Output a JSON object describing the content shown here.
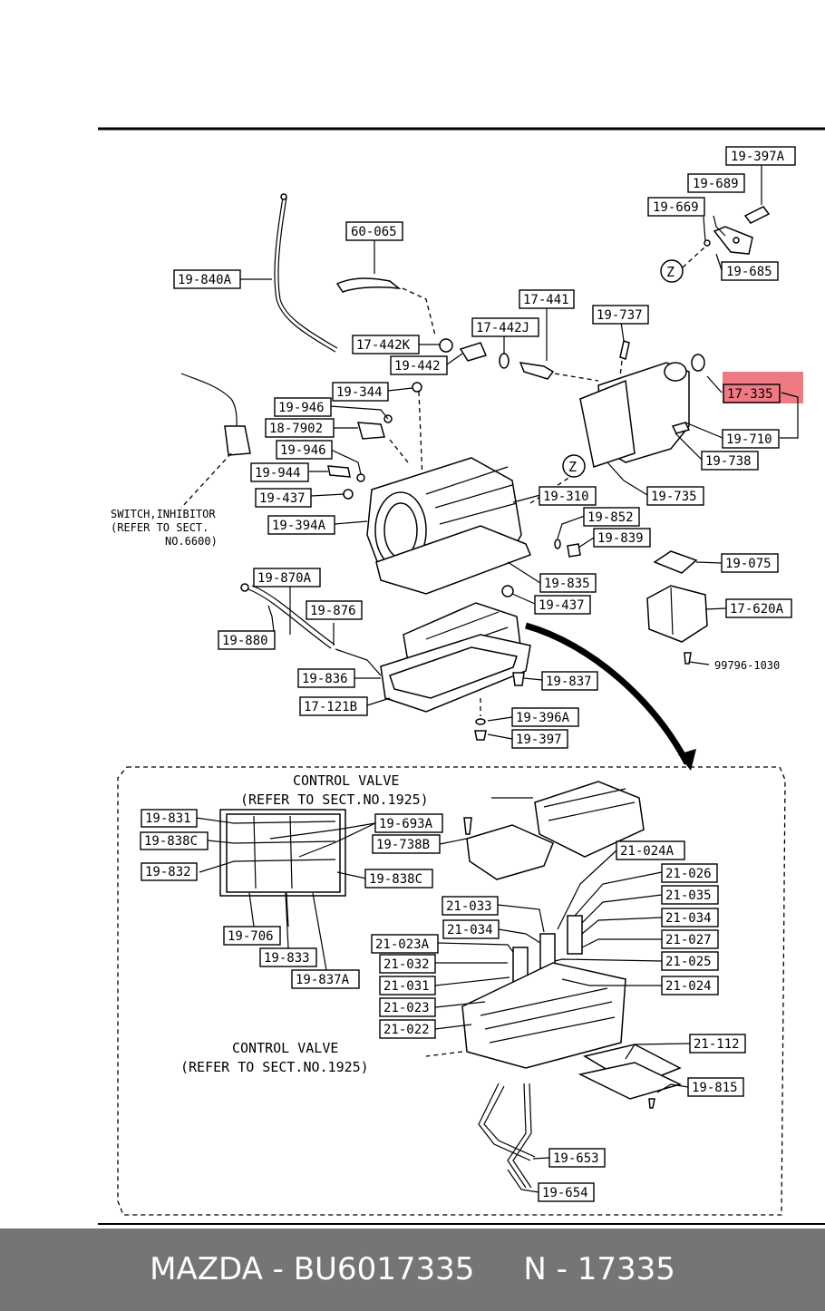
{
  "highlight_color": "#f07a84",
  "footer": {
    "text": "MAZDA - BU6017335     N - 17335"
  },
  "notes": {
    "switch_inhibitor": [
      "SWITCH,INHIBITOR",
      "(REFER TO SECT.",
      "NO.6600)"
    ],
    "control_valve_1": [
      "CONTROL VALVE",
      "(REFER TO SECT.NO.1925)"
    ],
    "control_valve_2": [
      "CONTROL VALVE",
      "(REFER TO SECT.NO.1925)"
    ],
    "z_marker": "Z",
    "bolt_code": "99796-1030"
  },
  "labels": [
    {
      "id": "19-397A",
      "text": "19-397A",
      "highlighted": false
    },
    {
      "id": "19-689",
      "text": "19-689",
      "highlighted": false
    },
    {
      "id": "19-669",
      "text": "19-669",
      "highlighted": false
    },
    {
      "id": "19-685",
      "text": "19-685",
      "highlighted": false
    },
    {
      "id": "60-065",
      "text": "60-065",
      "highlighted": false
    },
    {
      "id": "19-840A",
      "text": "19-840A",
      "highlighted": false
    },
    {
      "id": "17-441",
      "text": "17-441",
      "highlighted": false
    },
    {
      "id": "19-737",
      "text": "19-737",
      "highlighted": false
    },
    {
      "id": "17-442J",
      "text": "17-442J",
      "highlighted": false
    },
    {
      "id": "17-442K",
      "text": "17-442K",
      "highlighted": false
    },
    {
      "id": "19-442",
      "text": "19-442",
      "highlighted": false
    },
    {
      "id": "17-335",
      "text": "17-335",
      "highlighted": true
    },
    {
      "id": "19-344",
      "text": "19-344",
      "highlighted": false
    },
    {
      "id": "19-946a",
      "text": "19-946",
      "highlighted": false
    },
    {
      "id": "18-7902",
      "text": "18-7902",
      "highlighted": false
    },
    {
      "id": "19-946b",
      "text": "19-946",
      "highlighted": false
    },
    {
      "id": "19-710",
      "text": "19-710",
      "highlighted": false
    },
    {
      "id": "19-944",
      "text": "19-944",
      "highlighted": false
    },
    {
      "id": "19-738",
      "text": "19-738",
      "highlighted": false
    },
    {
      "id": "19-310",
      "text": "19-310",
      "highlighted": false
    },
    {
      "id": "19-735",
      "text": "19-735",
      "highlighted": false
    },
    {
      "id": "19-437a",
      "text": "19-437",
      "highlighted": false
    },
    {
      "id": "19-394A",
      "text": "19-394A",
      "highlighted": false
    },
    {
      "id": "19-852",
      "text": "19-852",
      "highlighted": false
    },
    {
      "id": "19-839",
      "text": "19-839",
      "highlighted": false
    },
    {
      "id": "19-075",
      "text": "19-075",
      "highlighted": false
    },
    {
      "id": "19-870A",
      "text": "19-870A",
      "highlighted": false
    },
    {
      "id": "19-835",
      "text": "19-835",
      "highlighted": false
    },
    {
      "id": "19-437b",
      "text": "19-437",
      "highlighted": false
    },
    {
      "id": "17-620A",
      "text": "17-620A",
      "highlighted": false
    },
    {
      "id": "19-876",
      "text": "19-876",
      "highlighted": false
    },
    {
      "id": "19-880",
      "text": "19-880",
      "highlighted": false
    },
    {
      "id": "19-836",
      "text": "19-836",
      "highlighted": false
    },
    {
      "id": "19-837",
      "text": "19-837",
      "highlighted": false
    },
    {
      "id": "17-121B",
      "text": "17-121B",
      "highlighted": false
    },
    {
      "id": "19-396A",
      "text": "19-396A",
      "highlighted": false
    },
    {
      "id": "19-397",
      "text": "19-397",
      "highlighted": false
    },
    {
      "id": "19-831",
      "text": "19-831",
      "highlighted": false
    },
    {
      "id": "19-693A",
      "text": "19-693A",
      "highlighted": false
    },
    {
      "id": "19-838C",
      "text": "19-838C",
      "highlighted": false
    },
    {
      "id": "19-738B",
      "text": "19-738B",
      "highlighted": false
    },
    {
      "id": "19-832",
      "text": "19-832",
      "highlighted": false
    },
    {
      "id": "19-838C2",
      "text": "19-838C",
      "highlighted": false
    },
    {
      "id": "21-024A",
      "text": "21-024A",
      "highlighted": false
    },
    {
      "id": "21-026",
      "text": "21-026",
      "highlighted": false
    },
    {
      "id": "21-035",
      "text": "21-035",
      "highlighted": false
    },
    {
      "id": "21-033",
      "text": "21-033",
      "highlighted": false
    },
    {
      "id": "21-034a",
      "text": "21-034",
      "highlighted": false
    },
    {
      "id": "21-034b",
      "text": "21-034",
      "highlighted": false
    },
    {
      "id": "19-706",
      "text": "19-706",
      "highlighted": false
    },
    {
      "id": "21-027",
      "text": "21-027",
      "highlighted": false
    },
    {
      "id": "21-023A",
      "text": "21-023A",
      "highlighted": false
    },
    {
      "id": "19-833",
      "text": "19-833",
      "highlighted": false
    },
    {
      "id": "21-025",
      "text": "21-025",
      "highlighted": false
    },
    {
      "id": "21-032",
      "text": "21-032",
      "highlighted": false
    },
    {
      "id": "19-837A",
      "text": "19-837A",
      "highlighted": false
    },
    {
      "id": "21-024",
      "text": "21-024",
      "highlighted": false
    },
    {
      "id": "21-031",
      "text": "21-031",
      "highlighted": false
    },
    {
      "id": "21-023",
      "text": "21-023",
      "highlighted": false
    },
    {
      "id": "21-022",
      "text": "21-022",
      "highlighted": false
    },
    {
      "id": "21-112",
      "text": "21-112",
      "highlighted": false
    },
    {
      "id": "19-815",
      "text": "19-815",
      "highlighted": false
    },
    {
      "id": "19-653",
      "text": "19-653",
      "highlighted": false
    },
    {
      "id": "19-654",
      "text": "19-654",
      "highlighted": false
    }
  ]
}
